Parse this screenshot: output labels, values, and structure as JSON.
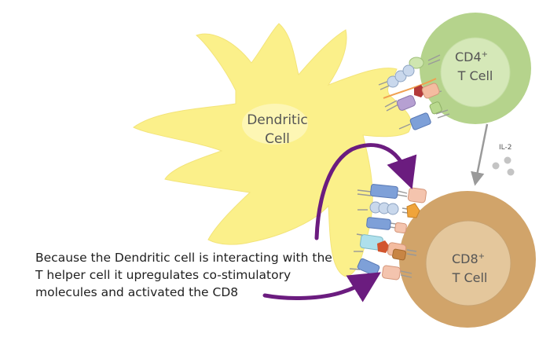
{
  "labels": {
    "dendritic_line1": "Dendritic",
    "dendritic_line2": "Cell",
    "cd4": "CD4",
    "cd8": "CD8",
    "superscript": "+",
    "t_cell": "T Cell",
    "il2": "IL-2"
  },
  "caption": {
    "line1": "Because the Dendritic cell is interacting with the",
    "line2": "T helper cell it upregulates co-stimulatory",
    "line3": "molecules and activated the CD8"
  },
  "colors": {
    "dendritic_fill": "#fbf08a",
    "cd4_outer": "#b5d38c",
    "cd4_inner": "#d5e8b8",
    "cd8_outer": "#d1a46a",
    "cd8_inner": "#e4c79c",
    "arrow_purple": "#6b1c7f",
    "il2_dot": "#c4c4c4"
  }
}
